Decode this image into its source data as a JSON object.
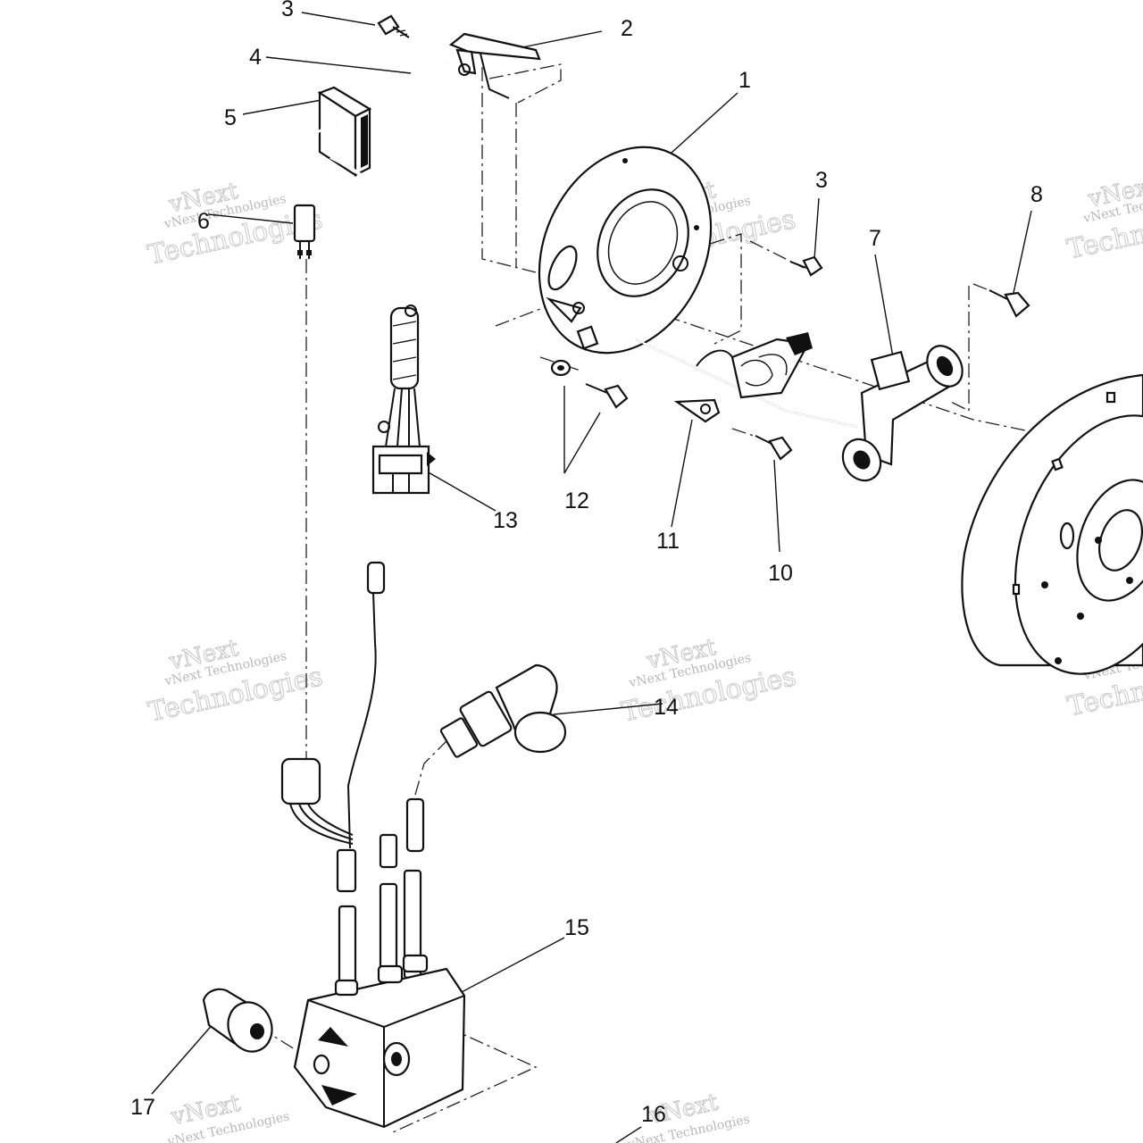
{
  "callouts": [
    {
      "id": "c1",
      "label": "1"
    },
    {
      "id": "c2",
      "label": "2"
    },
    {
      "id": "c3a",
      "label": "3"
    },
    {
      "id": "c3b",
      "label": "3"
    },
    {
      "id": "c4",
      "label": "4"
    },
    {
      "id": "c5",
      "label": "5"
    },
    {
      "id": "c6",
      "label": "6"
    },
    {
      "id": "c7",
      "label": "7"
    },
    {
      "id": "c8",
      "label": "8"
    },
    {
      "id": "c10",
      "label": "10"
    },
    {
      "id": "c11",
      "label": "11"
    },
    {
      "id": "c12",
      "label": "12"
    },
    {
      "id": "c13",
      "label": "13"
    },
    {
      "id": "c14",
      "label": "14"
    },
    {
      "id": "c15",
      "label": "15"
    },
    {
      "id": "c16",
      "label": "16"
    },
    {
      "id": "c17",
      "label": "17"
    }
  ],
  "watermark": {
    "brand": "vNext",
    "company": "Technologies",
    "full": "vNext Technologies",
    "color": "#c8c8c8"
  }
}
